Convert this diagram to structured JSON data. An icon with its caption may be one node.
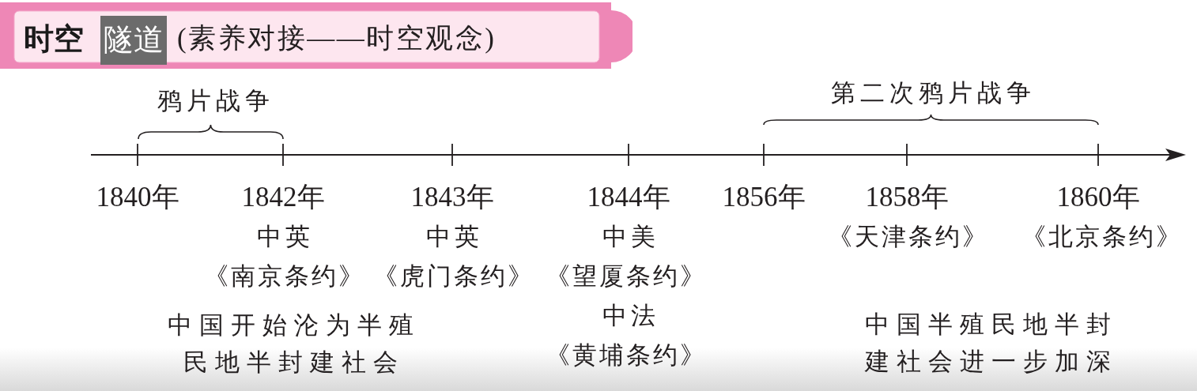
{
  "diagram": {
    "nodes": [
      {
        "text": [
          "时空",
          "隧道",
          "(素养对接——时空观念)"
        ]
      }
    ],
    "labels": [
      "鸦片战争",
      "第二次鸦片战争",
      "1840年",
      "1842年",
      "1843年",
      "1844年",
      "1856年",
      "1858年",
      "1860年",
      "中英",
      "中英",
      "中美",
      "《天津条约》",
      "《北京条约》",
      "《南京条约》",
      "《虎门条约》",
      "《望厦条约》",
      "中国开始沦为半殖民地半封建社会",
      "中法",
      "中国半殖民地半封建社会进一步加深",
      "《黄埔条约》"
    ]
  }
}
